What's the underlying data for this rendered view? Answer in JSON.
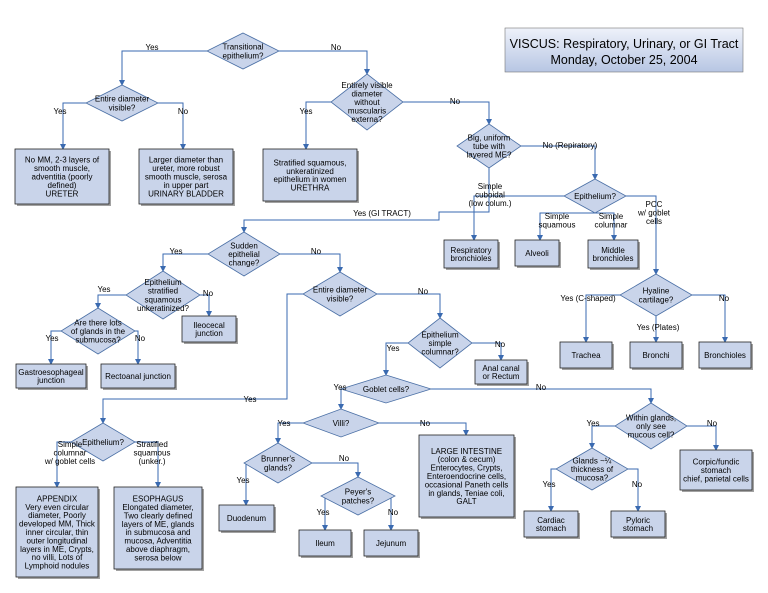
{
  "header": {
    "line1": "VISCUS: Respiratory, Urinary, or GI Tract",
    "line2": "Monday, October 25, 2004"
  },
  "diamonds": {
    "transitional": [
      "Transitional",
      "epithelium?"
    ],
    "entire_diam_urinary": [
      "Entire diameter",
      "visible?"
    ],
    "entirely_visible": [
      "Entirely visible",
      "diameter",
      "without",
      "muscularis",
      "externa?"
    ],
    "big_uniform": [
      "Big, uniform",
      "tube with",
      "layered ME?"
    ],
    "epithelium_resp": [
      "Epithelium?"
    ],
    "hyaline": [
      "Hyaline",
      "cartilage?"
    ],
    "sudden_change": [
      "Sudden",
      "epithelial",
      "change?"
    ],
    "epi_strat_sq": [
      "Epithelium",
      "stratified",
      "squamous",
      "unkeratinized?"
    ],
    "glands_submucosa": [
      "Are there lots",
      "of glands in the",
      "submucosa?"
    ],
    "entire_diam_gi": [
      "Entire diameter",
      "visible?"
    ],
    "epi_simple_col": [
      "Epithelium",
      "simple",
      "columnar?"
    ],
    "goblet": [
      "Goblet cells?"
    ],
    "epithelium_gi": [
      "Epithelium?"
    ],
    "villi": [
      "Villi?"
    ],
    "brunners": [
      "Brunner's",
      "glands?"
    ],
    "peyers": [
      "Peyer's",
      "patches?"
    ],
    "within_glands": [
      "Within glands,",
      "only see",
      "mucous cell?"
    ],
    "glands_quarter": [
      "Glands ~¼",
      "thickness of",
      "mucosa?"
    ]
  },
  "boxes": {
    "ureter": [
      "No MM, 2-3 layers of",
      "smooth muscle,",
      "adventitia (poorly",
      "defined)",
      "URETER"
    ],
    "bladder": [
      "Larger diameter than",
      "ureter, more robust",
      "smooth muscle, serosa",
      "in upper part",
      "URINARY BLADDER"
    ],
    "urethra": [
      "Stratified squamous,",
      "unkeratinized",
      "epithelium in women",
      "URETHRA"
    ],
    "resp_bronchioles": [
      "Respiratory",
      "bronchioles"
    ],
    "alveoli": [
      "Alveoli"
    ],
    "middle_bronchioles": [
      "Middle",
      "bronchioles"
    ],
    "trachea": [
      "Trachea"
    ],
    "bronchi": [
      "Bronchi"
    ],
    "bronchioles": [
      "Bronchioles"
    ],
    "ileocecal": [
      "Ileocecal",
      "junction"
    ],
    "gastroesophageal": [
      "Gastroesophageal",
      "junction"
    ],
    "rectoanal": [
      "Rectoanal junction"
    ],
    "anal_canal": [
      "Anal canal",
      "or Rectum"
    ],
    "appendix": [
      "APPENDIX",
      "Very even circular",
      "diameter, Poorly",
      "developed MM, Thick",
      "inner circular, thin",
      "outer longitudinal",
      "layers in ME, Crypts,",
      "no villi, Lots of",
      "Lymphoid nodules"
    ],
    "esophagus": [
      "ESOPHAGUS",
      "Elongated diameter,",
      "Two clearly defined",
      "layers of ME, glands",
      "in submucosa and",
      "mucosa, Adventitia",
      "above diaphragm,",
      "serosa below"
    ],
    "duodenum": [
      "Duodenum"
    ],
    "ileum": [
      "Ileum"
    ],
    "jejunum": [
      "Jejunum"
    ],
    "large_intestine": [
      "LARGE INTESTINE",
      "(colon & cecum)",
      "Enterocytes, Crypts,",
      "Enteroendocrine cells,",
      "occasional Paneth cells",
      "in glands, Teniae coli,",
      "GALT"
    ],
    "cardiac": [
      "Cardiac",
      "stomach"
    ],
    "pyloric": [
      "Pyloric",
      "stomach"
    ],
    "corpic": [
      "Corpic/fundic",
      "stomach",
      "chief, parietal cells"
    ]
  },
  "edge_labels": {
    "trans_yes": "Yes",
    "trans_no": "No",
    "urin_yes": "Yes",
    "urin_no": "No",
    "ev_yes": "Yes",
    "ev_no": "No",
    "big_no": "No (Repiratory)",
    "big_yes": "Yes (GI TRACT)",
    "resp_simple_cuboidal": [
      "Simple",
      "cuboidal",
      "(low colum.)"
    ],
    "resp_simple_squamous": [
      "Simple",
      "squamous"
    ],
    "resp_simple_columnar": [
      "Simple",
      "columnar"
    ],
    "resp_pcc": [
      "PCC",
      "w/ goblet",
      "cells"
    ],
    "hyal_yes_c": "Yes (C-shaped)",
    "hyal_yes_plates": "Yes (Plates)",
    "hyal_no": "No",
    "sudden_yes": "Yes",
    "sudden_no": "No",
    "strat_yes": "Yes",
    "strat_no": "No",
    "glands_yes": "Yes",
    "glands_no": "No",
    "entire_gi_yes": "Yes",
    "entire_gi_no": "No",
    "simple_col_yes": "Yes",
    "simple_col_no": "No",
    "goblet_yes": "Yes",
    "goblet_no": "No",
    "gi_epi_simple": [
      "Simple",
      "columnar",
      "w/ goblet cells"
    ],
    "gi_epi_strat": [
      "Stratified",
      "squamous",
      "(unker.)"
    ],
    "villi_yes": "Yes",
    "villi_no": "No",
    "brunner_yes": "Yes",
    "brunner_no": "No",
    "peyer_yes": "Yes",
    "peyer_no": "No",
    "within_yes": "Yes",
    "within_no": "No",
    "quarter_yes": "Yes",
    "quarter_no": "No"
  },
  "colors": {
    "node_fill": "#c9d4ea",
    "edge": "#3a6ab0",
    "header_fill": "#c9d4ea"
  }
}
